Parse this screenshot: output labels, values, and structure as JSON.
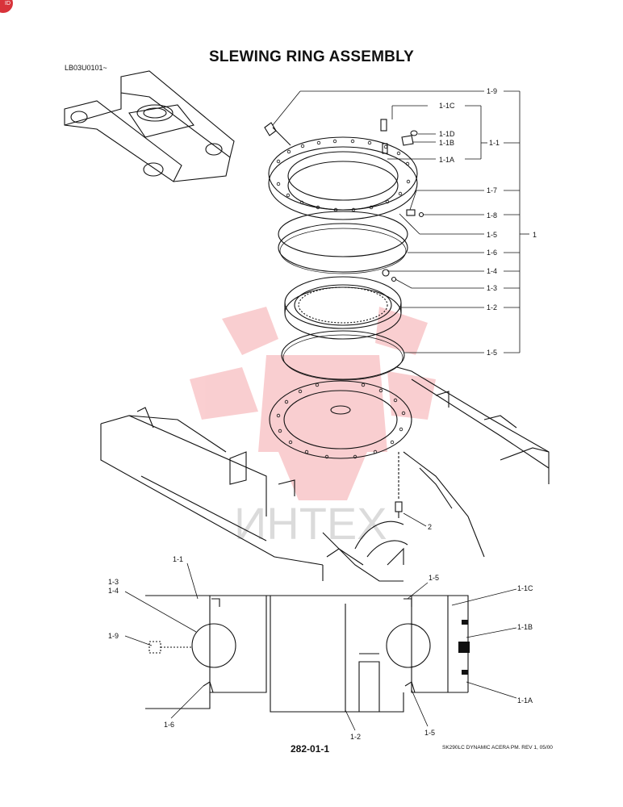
{
  "title": "SLEWING RING ASSEMBLY",
  "model_code": "LB03U0101~",
  "page_number": "282-01-1",
  "footer_note": "SK290LC DYNAMIC ACERA PM. REV 1, 05/00",
  "corner_badge": "ID",
  "watermark_text": "ИНТЕХ",
  "colors": {
    "line": "#111111",
    "watermark": "#e8262c"
  },
  "callouts": {
    "c_1_9": "1-9",
    "c_1_1C": "1-1C",
    "c_1_1D": "1-1D",
    "c_1_1B": "1-1B",
    "c_1_1A": "1-1A",
    "c_1_1": "1-1",
    "c_1_7": "1-7",
    "c_1_8": "1-8",
    "c_1_5": "1-5",
    "c_1": "1",
    "c_1_6": "1-6",
    "c_1_4": "1-4",
    "c_1_3": "1-3",
    "c_1_2": "1-2",
    "c_1_5b": "1-5",
    "c_2": "2"
  },
  "section_callouts": {
    "s_1_1": "1-1",
    "s_1_3": "1-3",
    "s_1_4": "1-4",
    "s_1_9": "1-9",
    "s_1_6": "1-6",
    "s_1_2": "1-2",
    "s_1_5_top": "1-5",
    "s_1_5_bot": "1-5",
    "s_1_1C": "1-1C",
    "s_1_1B": "1-1B",
    "s_1_1A": "1-1A"
  }
}
